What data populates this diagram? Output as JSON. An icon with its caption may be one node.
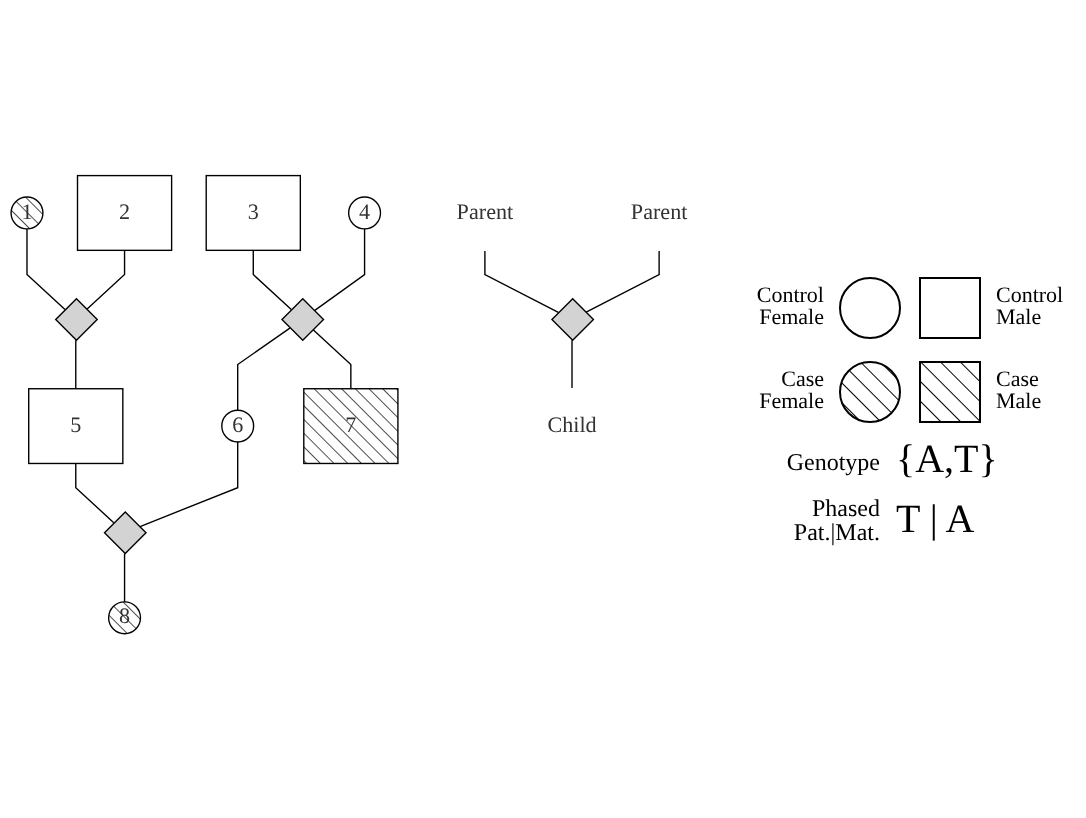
{
  "diagram": {
    "nodes": [
      {
        "text": [
          "1"
        ]
      },
      {
        "text": [
          "2"
        ]
      },
      {
        "text": [
          "3"
        ]
      },
      {
        "text": [
          "4"
        ]
      },
      {
        "text": [],
        "shape": "diamond"
      },
      {
        "text": [],
        "shape": "diamond"
      },
      {
        "text": [
          "5"
        ]
      },
      {
        "text": [
          "6"
        ]
      },
      {
        "text": [
          "7"
        ]
      },
      {
        "text": [],
        "shape": "diamond"
      },
      {
        "text": [
          "8"
        ]
      },
      {
        "text": [
          "Parent"
        ]
      },
      {
        "text": [
          "Parent"
        ]
      },
      {
        "text": [],
        "shape": "diamond"
      },
      {
        "text": [
          "Child"
        ]
      }
    ],
    "edges": [
      {
        "from": 0,
        "to": 4,
        "arrow": "none"
      },
      {
        "from": 1,
        "to": 4,
        "arrow": "none"
      },
      {
        "from": 2,
        "to": 5,
        "arrow": "none"
      },
      {
        "from": 3,
        "to": 5,
        "arrow": "none"
      },
      {
        "from": 4,
        "to": 6,
        "arrow": "none"
      },
      {
        "from": 5,
        "to": 7,
        "arrow": "none"
      },
      {
        "from": 5,
        "to": 8,
        "arrow": "none"
      },
      {
        "from": 6,
        "to": 9,
        "arrow": "none"
      },
      {
        "from": 7,
        "to": 9,
        "arrow": "none"
      },
      {
        "from": 9,
        "to": 10,
        "arrow": "none"
      },
      {
        "from": 11,
        "to": 13,
        "arrow": "none"
      },
      {
        "from": 12,
        "to": 13,
        "arrow": "none"
      },
      {
        "from": 13,
        "to": 14,
        "arrow": "none"
      }
    ],
    "labels": [
      "Genotype",
      "{A,T}",
      "Phased Pat.|Mat.",
      "T | A"
    ],
    "legend": [
      {
        "text": "Control Female"
      },
      {
        "text": "Control Male"
      },
      {
        "text": "Case Female"
      },
      {
        "text": "Case Male"
      }
    ]
  }
}
